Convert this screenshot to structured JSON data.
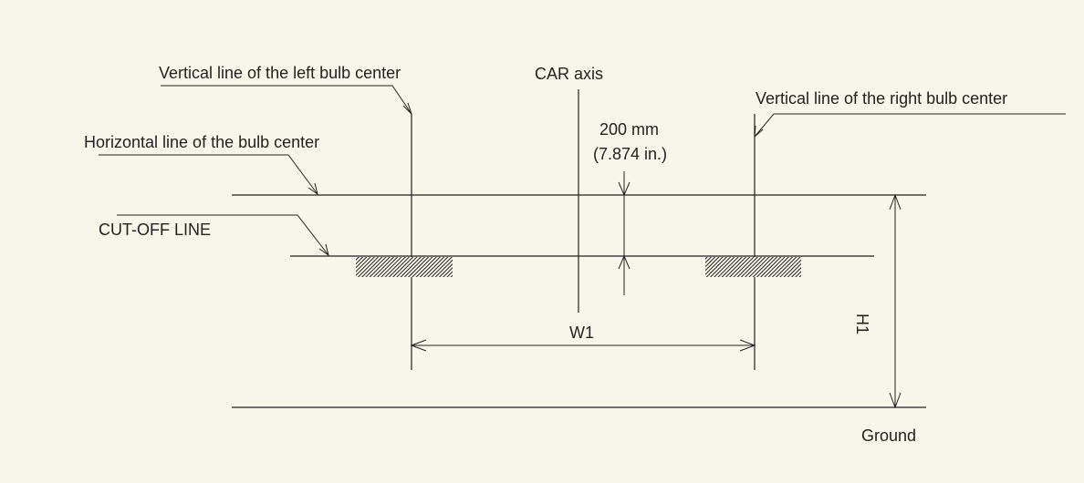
{
  "labels": {
    "left_bulb_vertical": "Vertical line of the left bulb center",
    "car_axis": "CAR axis",
    "right_bulb_vertical": "Vertical line of the right bulb center",
    "horizontal_bulb_center": "Horizontal line of the bulb center",
    "offset_mm": "200 mm",
    "offset_in": "(7.874 in.)",
    "cut_off_line": "CUT-OFF LINE",
    "width_dim": "W1",
    "height_dim": "H1",
    "ground": "Ground"
  },
  "colors": {
    "background": "#f8f6ea",
    "line": "#222222",
    "hatch": "#333333"
  }
}
